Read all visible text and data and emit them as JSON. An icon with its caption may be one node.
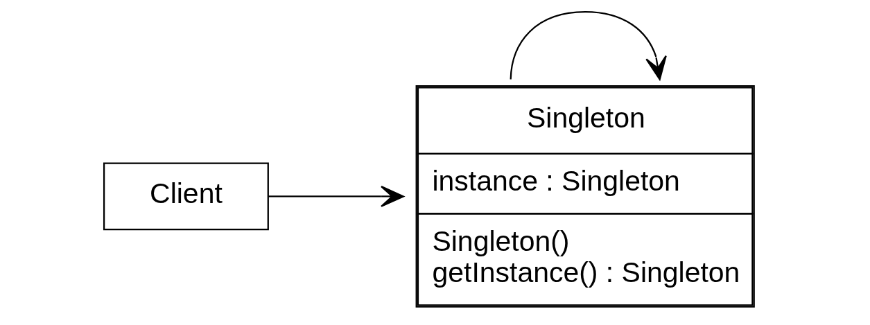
{
  "diagram": {
    "nodes": [
      {
        "text": [
          "Client"
        ]
      },
      {
        "text": [
          "Singleton",
          "instance : Singleton",
          "Singleton()",
          "getInstance() : Singleton"
        ]
      }
    ],
    "edges": [
      {
        "from": 0,
        "to": 1,
        "arrow": "to"
      },
      {
        "from": 1,
        "to": 1,
        "arrow": "to"
      }
    ]
  }
}
